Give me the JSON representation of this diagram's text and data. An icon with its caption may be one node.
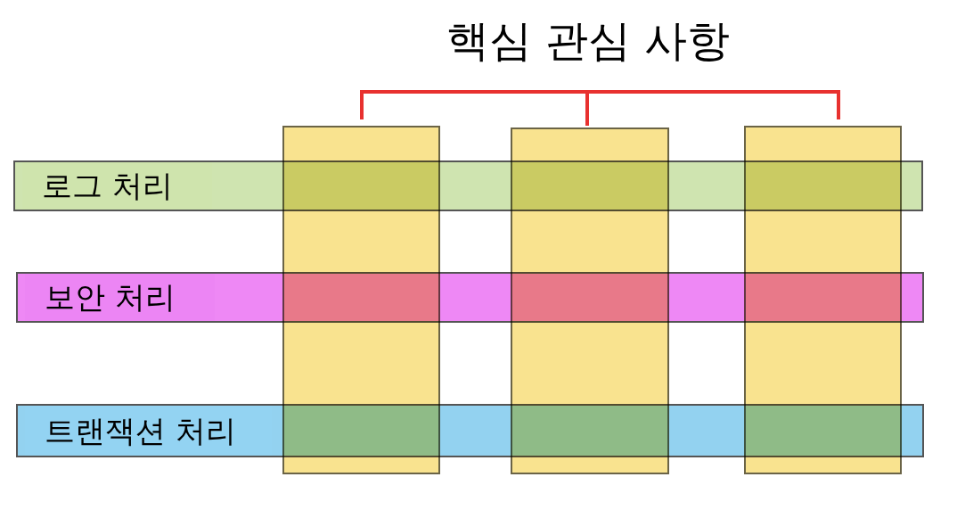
{
  "diagram": {
    "title": "핵심 관심 사항",
    "nodes": [
      {
        "text": [],
        "shape": "box"
      },
      {
        "text": [],
        "shape": "box"
      },
      {
        "text": [],
        "shape": "box"
      },
      {
        "text": [
          "로그 처리"
        ]
      },
      {
        "text": [
          "보안 처리"
        ]
      },
      {
        "text": [
          "트랜잭션 처리"
        ]
      }
    ]
  }
}
